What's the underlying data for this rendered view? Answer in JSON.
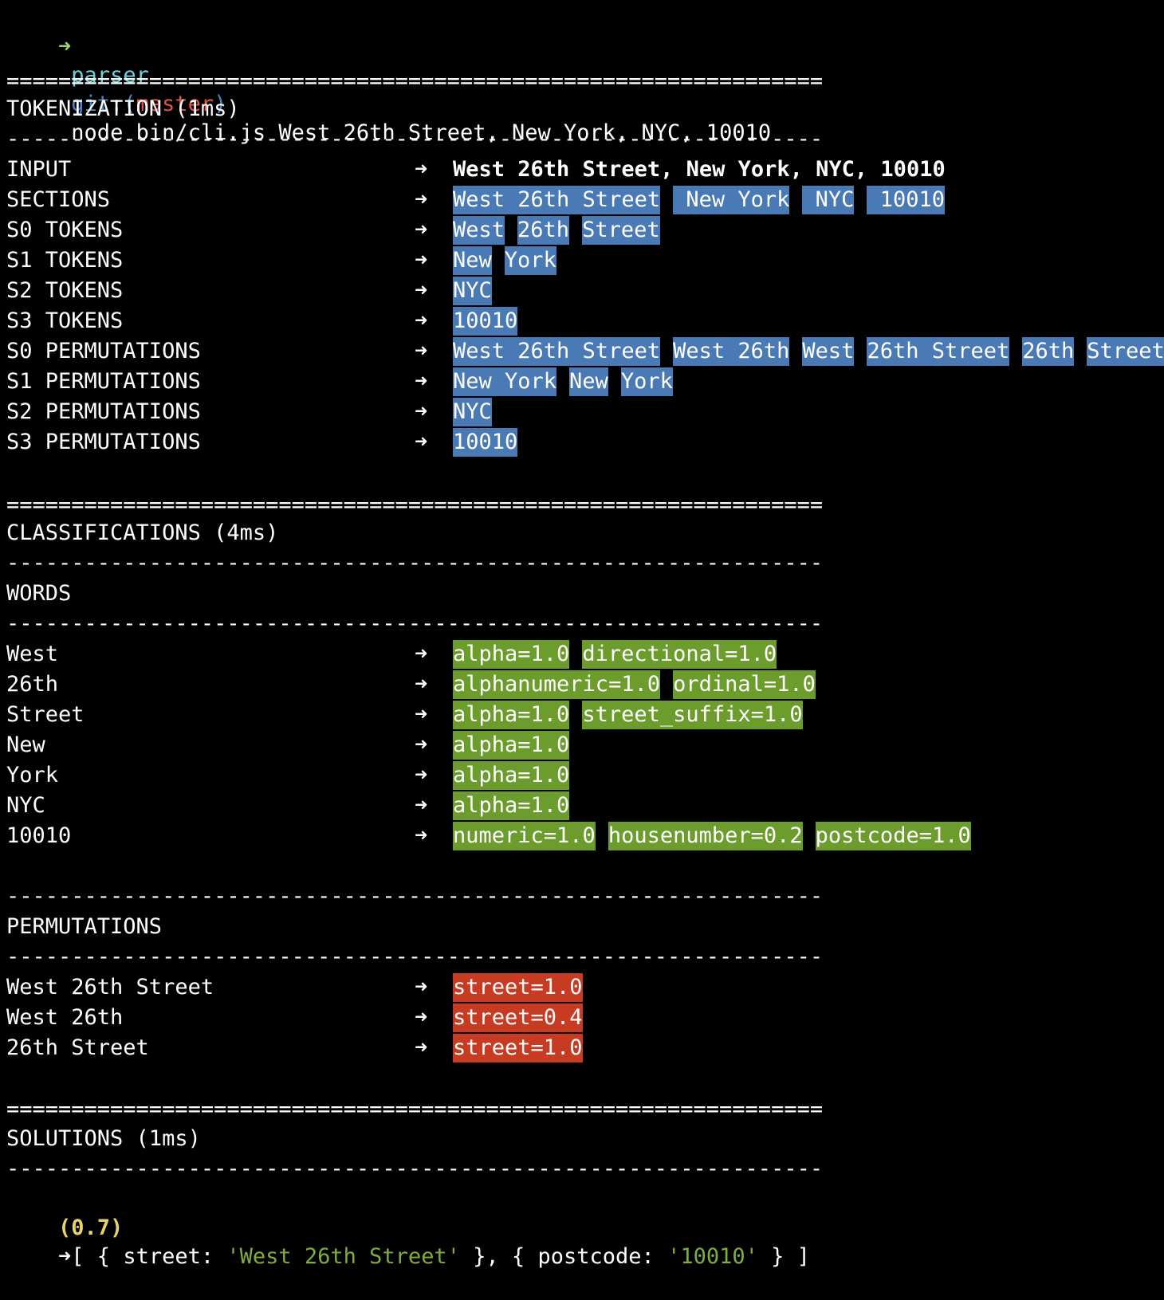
{
  "prompt": {
    "arrow": "➜",
    "dir": "parser",
    "git_open": "git:(",
    "branch": "master",
    "git_close": ")",
    "command": "node bin/cli.js West 26th Street, New York, NYC, 10010"
  },
  "rules": {
    "double": "================================================================",
    "single": "----------------------------------------------------------------"
  },
  "arrow": "➜",
  "tokenization": {
    "title": "TOKENIZATION (1ms)",
    "input_label": "INPUT",
    "input_value": "West 26th Street, New York, NYC, 10010",
    "rows": [
      {
        "label": "SECTIONS",
        "chips": [
          "West 26th Street",
          " New York",
          " NYC",
          " 10010"
        ]
      },
      {
        "label": "S0 TOKENS",
        "chips": [
          "West",
          "26th",
          "Street"
        ]
      },
      {
        "label": "S1 TOKENS",
        "chips": [
          "New",
          "York"
        ]
      },
      {
        "label": "S2 TOKENS",
        "chips": [
          "NYC"
        ]
      },
      {
        "label": "S3 TOKENS",
        "chips": [
          "10010"
        ]
      },
      {
        "label": "S0 PERMUTATIONS",
        "chips": [
          "West 26th Street",
          "West 26th",
          "West",
          "26th Street",
          "26th",
          "Street"
        ]
      },
      {
        "label": "S1 PERMUTATIONS",
        "chips": [
          "New York",
          "New",
          "York"
        ]
      },
      {
        "label": "S2 PERMUTATIONS",
        "chips": [
          "NYC"
        ]
      },
      {
        "label": "S3 PERMUTATIONS",
        "chips": [
          "10010"
        ]
      }
    ]
  },
  "classifications": {
    "title": "CLASSIFICATIONS (4ms)",
    "words_title": "WORDS",
    "words": [
      {
        "label": "West",
        "chips": [
          "alpha=1.0",
          "directional=1.0"
        ]
      },
      {
        "label": "26th",
        "chips": [
          "alphanumeric=1.0",
          "ordinal=1.0"
        ]
      },
      {
        "label": "Street",
        "chips": [
          "alpha=1.0",
          "street_suffix=1.0"
        ]
      },
      {
        "label": "New",
        "chips": [
          "alpha=1.0"
        ]
      },
      {
        "label": "York",
        "chips": [
          "alpha=1.0"
        ]
      },
      {
        "label": "NYC",
        "chips": [
          "alpha=1.0"
        ]
      },
      {
        "label": "10010",
        "chips": [
          "numeric=1.0",
          "housenumber=0.2",
          "postcode=1.0"
        ]
      }
    ],
    "permutations_title": "PERMUTATIONS",
    "permutations": [
      {
        "label": "West 26th Street",
        "chips": [
          "street=1.0"
        ]
      },
      {
        "label": "West 26th",
        "chips": [
          "street=0.4"
        ]
      },
      {
        "label": "26th Street",
        "chips": [
          "street=1.0"
        ]
      }
    ]
  },
  "solutions": {
    "title": "SOLUTIONS (1ms)",
    "score": "(0.7)",
    "arrow": "➜",
    "open": "[ { street: ",
    "street_value": "'West 26th Street'",
    "middle": " }, { postcode: ",
    "postcode_value": "'10010'",
    "close": " } ]"
  },
  "colors": {
    "token_chip": "#4a7ab5",
    "word_chip": "#6b9c2c",
    "permutation_chip": "#c73b22"
  }
}
